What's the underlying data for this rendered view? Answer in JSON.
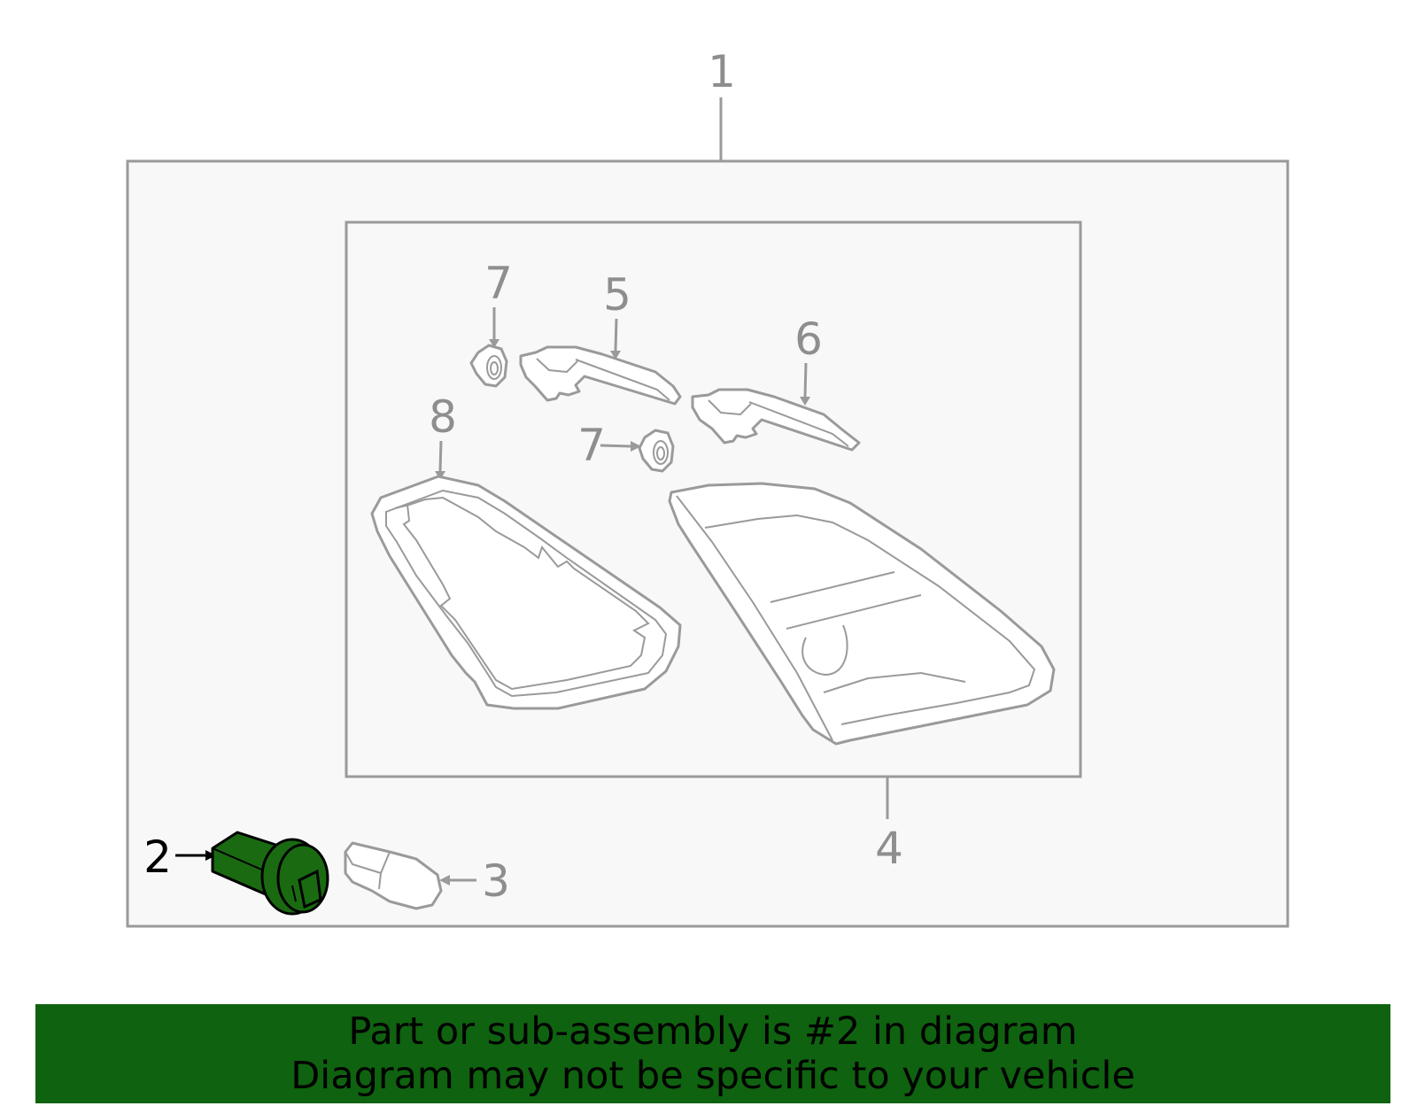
{
  "callouts": {
    "c1": "1",
    "c2": "2",
    "c3": "3",
    "c4": "4",
    "c5": "5",
    "c6": "6",
    "c7a": "7",
    "c7b": "7",
    "c8": "8"
  },
  "banner": {
    "line1": "Part or sub-assembly is #2 in diagram",
    "line2": "Diagram may not be specific to your vehicle"
  },
  "colors": {
    "highlight_part": "#1a6a12",
    "banner_bg": "#0f620f",
    "line_gray": "#9a9a9a"
  }
}
